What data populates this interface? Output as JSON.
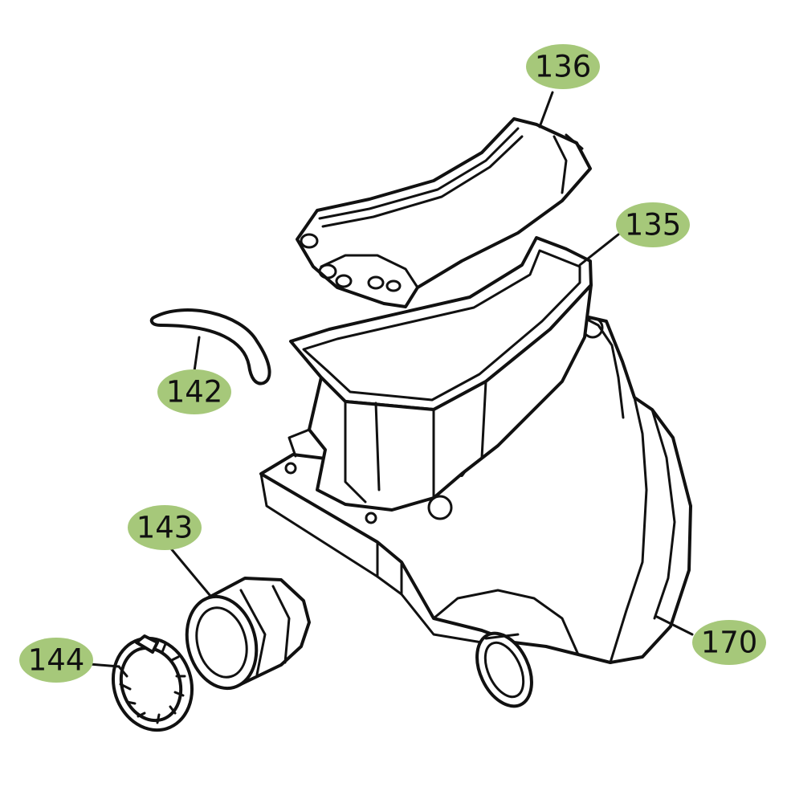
{
  "labels": {
    "p136": "136",
    "p135": "135",
    "p142": "142",
    "p143": "143",
    "p144": "144",
    "p170": "170"
  },
  "colors": {
    "badge": "#a6c87a",
    "line": "#111111",
    "background": "#ffffff"
  }
}
